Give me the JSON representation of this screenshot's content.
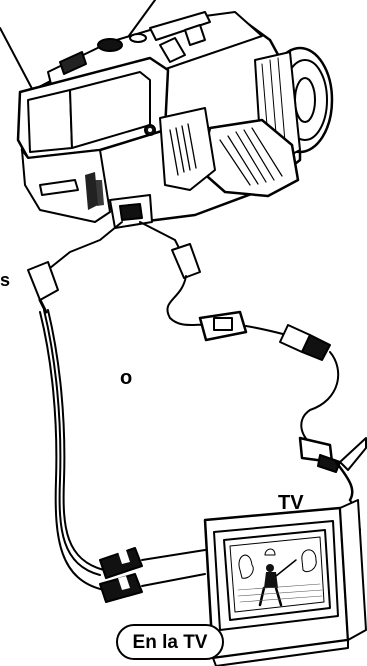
{
  "labels": {
    "letter_o": "o",
    "letter_s": "s",
    "tv": "TV",
    "en_la_tv": "En la TV"
  },
  "colors": {
    "ink": "#000000",
    "paper": "#ffffff",
    "shade": "#3a3a3a"
  }
}
